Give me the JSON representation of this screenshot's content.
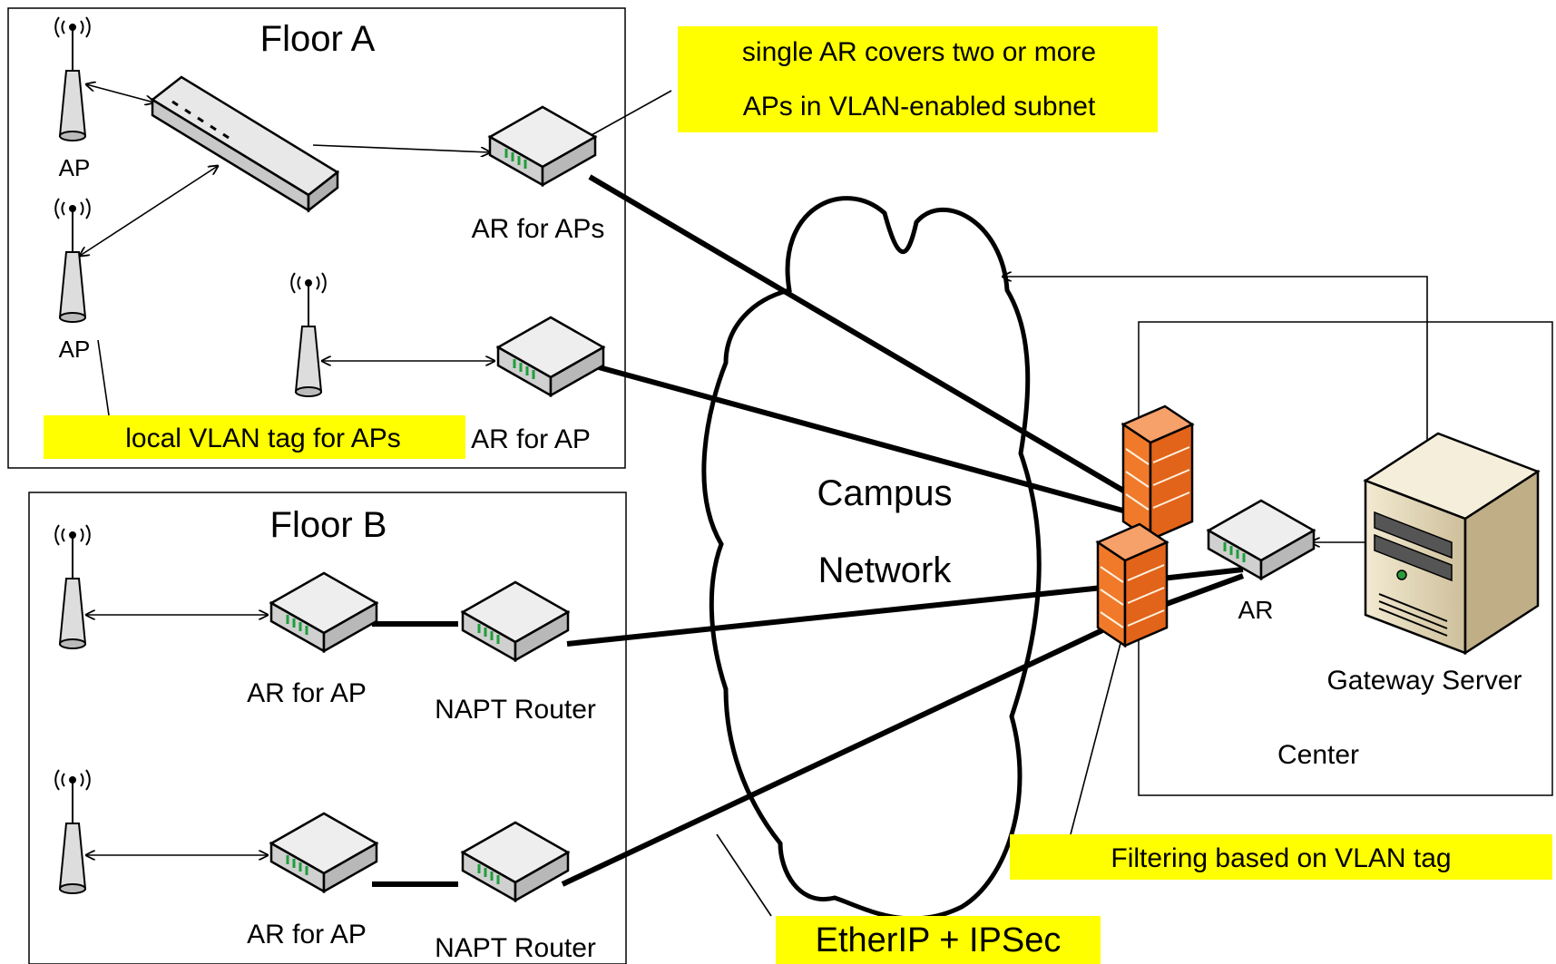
{
  "floor_a": {
    "title": "Floor A",
    "ap_top_label": "AP",
    "ap_mid_label": "AP",
    "ar_for_aps_label": "AR for APs",
    "ar_for_ap_label": "AR for AP"
  },
  "floor_b": {
    "title": "Floor B",
    "ar_for_ap_1_label": "AR for AP",
    "napt_router_1_label": "NAPT Router",
    "ar_for_ap_2_label": "AR for AP",
    "napt_router_2_label": "NAPT Router"
  },
  "cloud": {
    "line1": "Campus",
    "line2": "Network"
  },
  "center": {
    "ar_label": "AR",
    "server_label": "Gateway Server",
    "box_label": "Center"
  },
  "callouts": {
    "single_ar_line1": "single AR covers two or more",
    "single_ar_line2": "APs in VLAN-enabled subnet",
    "local_vlan": "local VLAN tag for APs",
    "filtering": "Filtering based on VLAN tag",
    "etherip": "EtherIP + IPSec"
  },
  "colors": {
    "callout_bg": "#ffff00",
    "firewall": "#f07a2a",
    "server": "#e8dcc0"
  }
}
